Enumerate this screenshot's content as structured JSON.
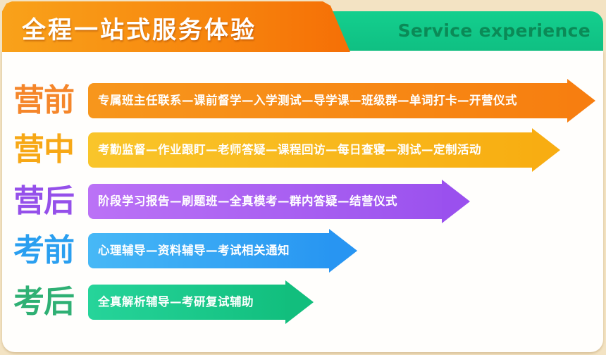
{
  "header": {
    "title": "全程一站式服务体验",
    "subtitle_en": "Service experience"
  },
  "colors": {
    "background": "#f3e3c3",
    "title_tab": "#f7860e",
    "subtitle_tab": "#14cf8e",
    "subtitle_text": "#0b8a57"
  },
  "stages": [
    {
      "label": "营前",
      "color": "#f7861a",
      "label_color": "#f5862a",
      "text": "专属班主任联系—课前督学—入学测试—导学课—班级群—单词打卡—开营仪式"
    },
    {
      "label": "营中",
      "color": "#f9b81a",
      "label_color": "#f7a816",
      "text": "考勤监督—作业跟盯—老师答疑—课程回访—每日查寝—测试—定制活动"
    },
    {
      "label": "营后",
      "color": "#a55cf2",
      "label_color": "#9550ea",
      "text": "阶段学习报告—刷题班—全真模考—群内答疑—结营仪式"
    },
    {
      "label": "考前",
      "color": "#2fa6f4",
      "label_color": "#2a9ff0",
      "text": "心理辅导—资料辅导—考试相关通知"
    },
    {
      "label": "考后",
      "color": "#19c989",
      "label_color": "#2fb074",
      "text": "全真解析辅导—考研复试辅助"
    }
  ]
}
